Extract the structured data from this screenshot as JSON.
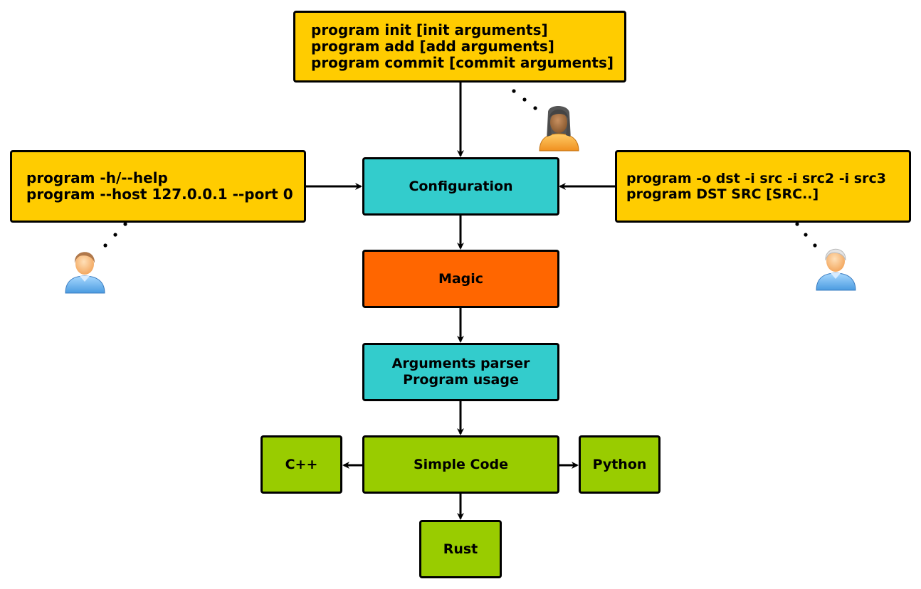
{
  "top_box": {
    "lines": [
      "program init [init arguments]",
      "program add [add arguments]",
      "program commit [commit arguments]"
    ]
  },
  "left_box": {
    "lines": [
      "program -h/--help",
      "program --host 127.0.0.1 --port 0"
    ]
  },
  "right_box": {
    "lines": [
      "program -o dst -i src -i src2 -i src3",
      "program DST SRC [SRC..]"
    ]
  },
  "configuration": {
    "label": "Configuration"
  },
  "magic": {
    "label": "Magic"
  },
  "parser": {
    "lines": [
      "Arguments parser",
      "Program usage"
    ]
  },
  "simple_code": {
    "label": "Simple Code"
  },
  "cpp": {
    "label": "C++"
  },
  "python": {
    "label": "Python"
  },
  "rust": {
    "label": "Rust"
  },
  "colors": {
    "yellow": "#ffcc00",
    "cyan": "#33cccc",
    "orange": "#ff6600",
    "green": "#99cc00"
  },
  "icons": [
    "user-dark-hair-icon",
    "user-brown-hair-icon",
    "user-white-hair-icon"
  ]
}
